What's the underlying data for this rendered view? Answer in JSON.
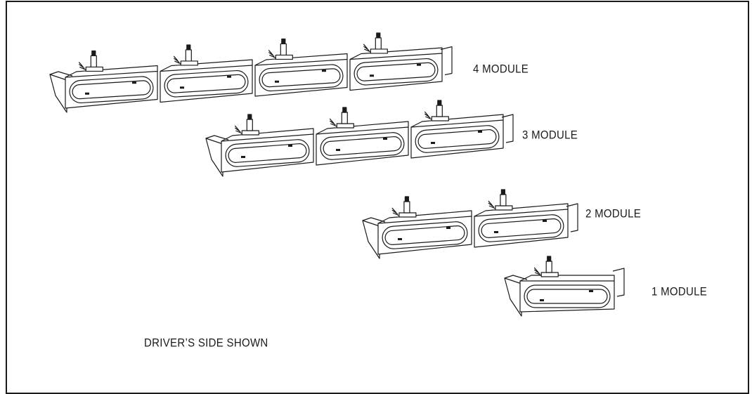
{
  "diagram": {
    "labels": {
      "four": "4 MODULE",
      "three": "3 MODULE",
      "two": "2 MODULE",
      "one": "1 MODULE",
      "note": "DRIVER’S SIDE SHOWN"
    },
    "assemblies": [
      {
        "name": "4-module-assembly",
        "modules": 4
      },
      {
        "name": "3-module-assembly",
        "modules": 3
      },
      {
        "name": "2-module-assembly",
        "modules": 2
      },
      {
        "name": "1-module-assembly",
        "modules": 1
      }
    ],
    "line_color": "#1a1a1a"
  }
}
